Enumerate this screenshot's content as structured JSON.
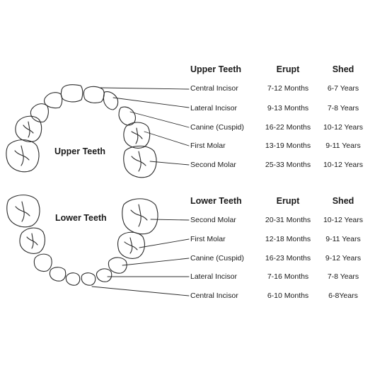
{
  "upper": {
    "label": "Upper Teeth",
    "headers": {
      "name": "Upper Teeth",
      "erupt": "Erupt",
      "shed": "Shed"
    },
    "rows": [
      {
        "tooth": "Central Incisor",
        "erupt": "7-12 Months",
        "shed": "6-7 Years"
      },
      {
        "tooth": "Lateral Incisor",
        "erupt": "9-13 Months",
        "shed": "7-8 Years"
      },
      {
        "tooth": "Canine (Cuspid)",
        "erupt": "16-22 Months",
        "shed": "10-12 Years"
      },
      {
        "tooth": "First Molar",
        "erupt": "13-19 Months",
        "shed": "9-11 Years"
      },
      {
        "tooth": "Second Molar",
        "erupt": "25-33 Months",
        "shed": "10-12 Years"
      }
    ]
  },
  "lower": {
    "label": "Lower Teeth",
    "headers": {
      "name": "Lower Teeth",
      "erupt": "Erupt",
      "shed": "Shed"
    },
    "rows": [
      {
        "tooth": "Second Molar",
        "erupt": "20-31 Months",
        "shed": "10-12 Years"
      },
      {
        "tooth": "First Molar",
        "erupt": "12-18 Months",
        "shed": "9-11 Years"
      },
      {
        "tooth": "Canine (Cuspid)",
        "erupt": "16-23 Months",
        "shed": "9-12 Years"
      },
      {
        "tooth": "Lateral Incisor",
        "erupt": "7-16 Months",
        "shed": "7-8 Years"
      },
      {
        "tooth": "Central Incisor",
        "erupt": "6-10 Months",
        "shed": "6-8Years"
      }
    ]
  }
}
